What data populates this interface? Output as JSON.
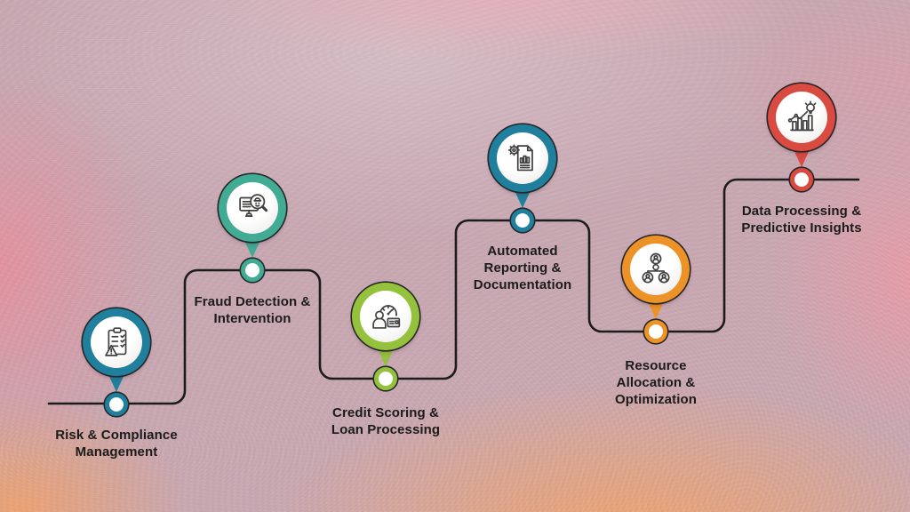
{
  "diagram_type": "stepped-roadmap-infographic",
  "steps": [
    {
      "label": "Risk & Compliance\nManagement",
      "icon": "clipboard-alert-icon",
      "color": "#1f7f9d"
    },
    {
      "label": "Fraud Detection &\nIntervention",
      "icon": "fraud-magnifier-icon",
      "color": "#41ab93"
    },
    {
      "label": "Credit Scoring &\nLoan Processing",
      "icon": "credit-gauge-icon",
      "color": "#94c23d"
    },
    {
      "label": "Automated\nReporting &\nDocumentation",
      "icon": "report-document-icon",
      "color": "#1f7f9d"
    },
    {
      "label": "Resource\nAllocation &\nOptimization",
      "icon": "org-chart-icon",
      "color": "#ec9227"
    },
    {
      "label": "Data Processing &\nPredictive Insights",
      "icon": "chart-insight-icon",
      "color": "#d94a41"
    }
  ],
  "colors": {
    "connector_line": "#1c1c1c",
    "label_text": "#1b1b1b",
    "background_base": "#c8a8b2",
    "background_pink": "#e5919e",
    "background_orange": "#f0a46d",
    "background_light": "#d7c1c9"
  }
}
